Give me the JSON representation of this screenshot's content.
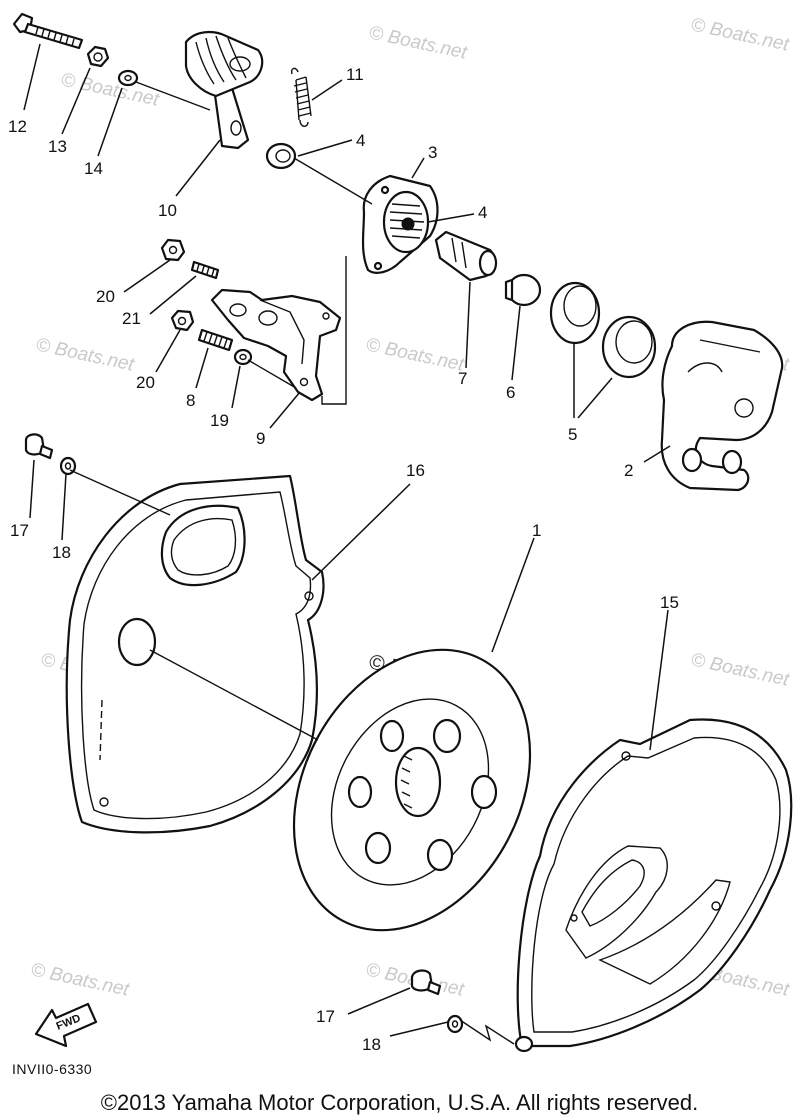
{
  "callouts": {
    "c1": "1",
    "c2": "2",
    "c3": "3",
    "c4a": "4",
    "c4b": "4",
    "c5": "5",
    "c6": "6",
    "c7": "7",
    "c8": "8",
    "c9": "9",
    "c10": "10",
    "c11": "11",
    "c12": "12",
    "c13": "13",
    "c14": "14",
    "c15": "15",
    "c16": "16",
    "c17a": "17",
    "c17b": "17",
    "c18a": "18",
    "c18b": "18",
    "c19": "19",
    "c20a": "20",
    "c20b": "20",
    "c21": "21"
  },
  "watermark": {
    "text": "© Boats.net",
    "center_text": "© Boats.net"
  },
  "diagram_code": "INVII0-6330",
  "fwd_label": "FWD",
  "copyright": "©2013 Yamaha Motor Corporation, U.S.A. All rights reserved."
}
